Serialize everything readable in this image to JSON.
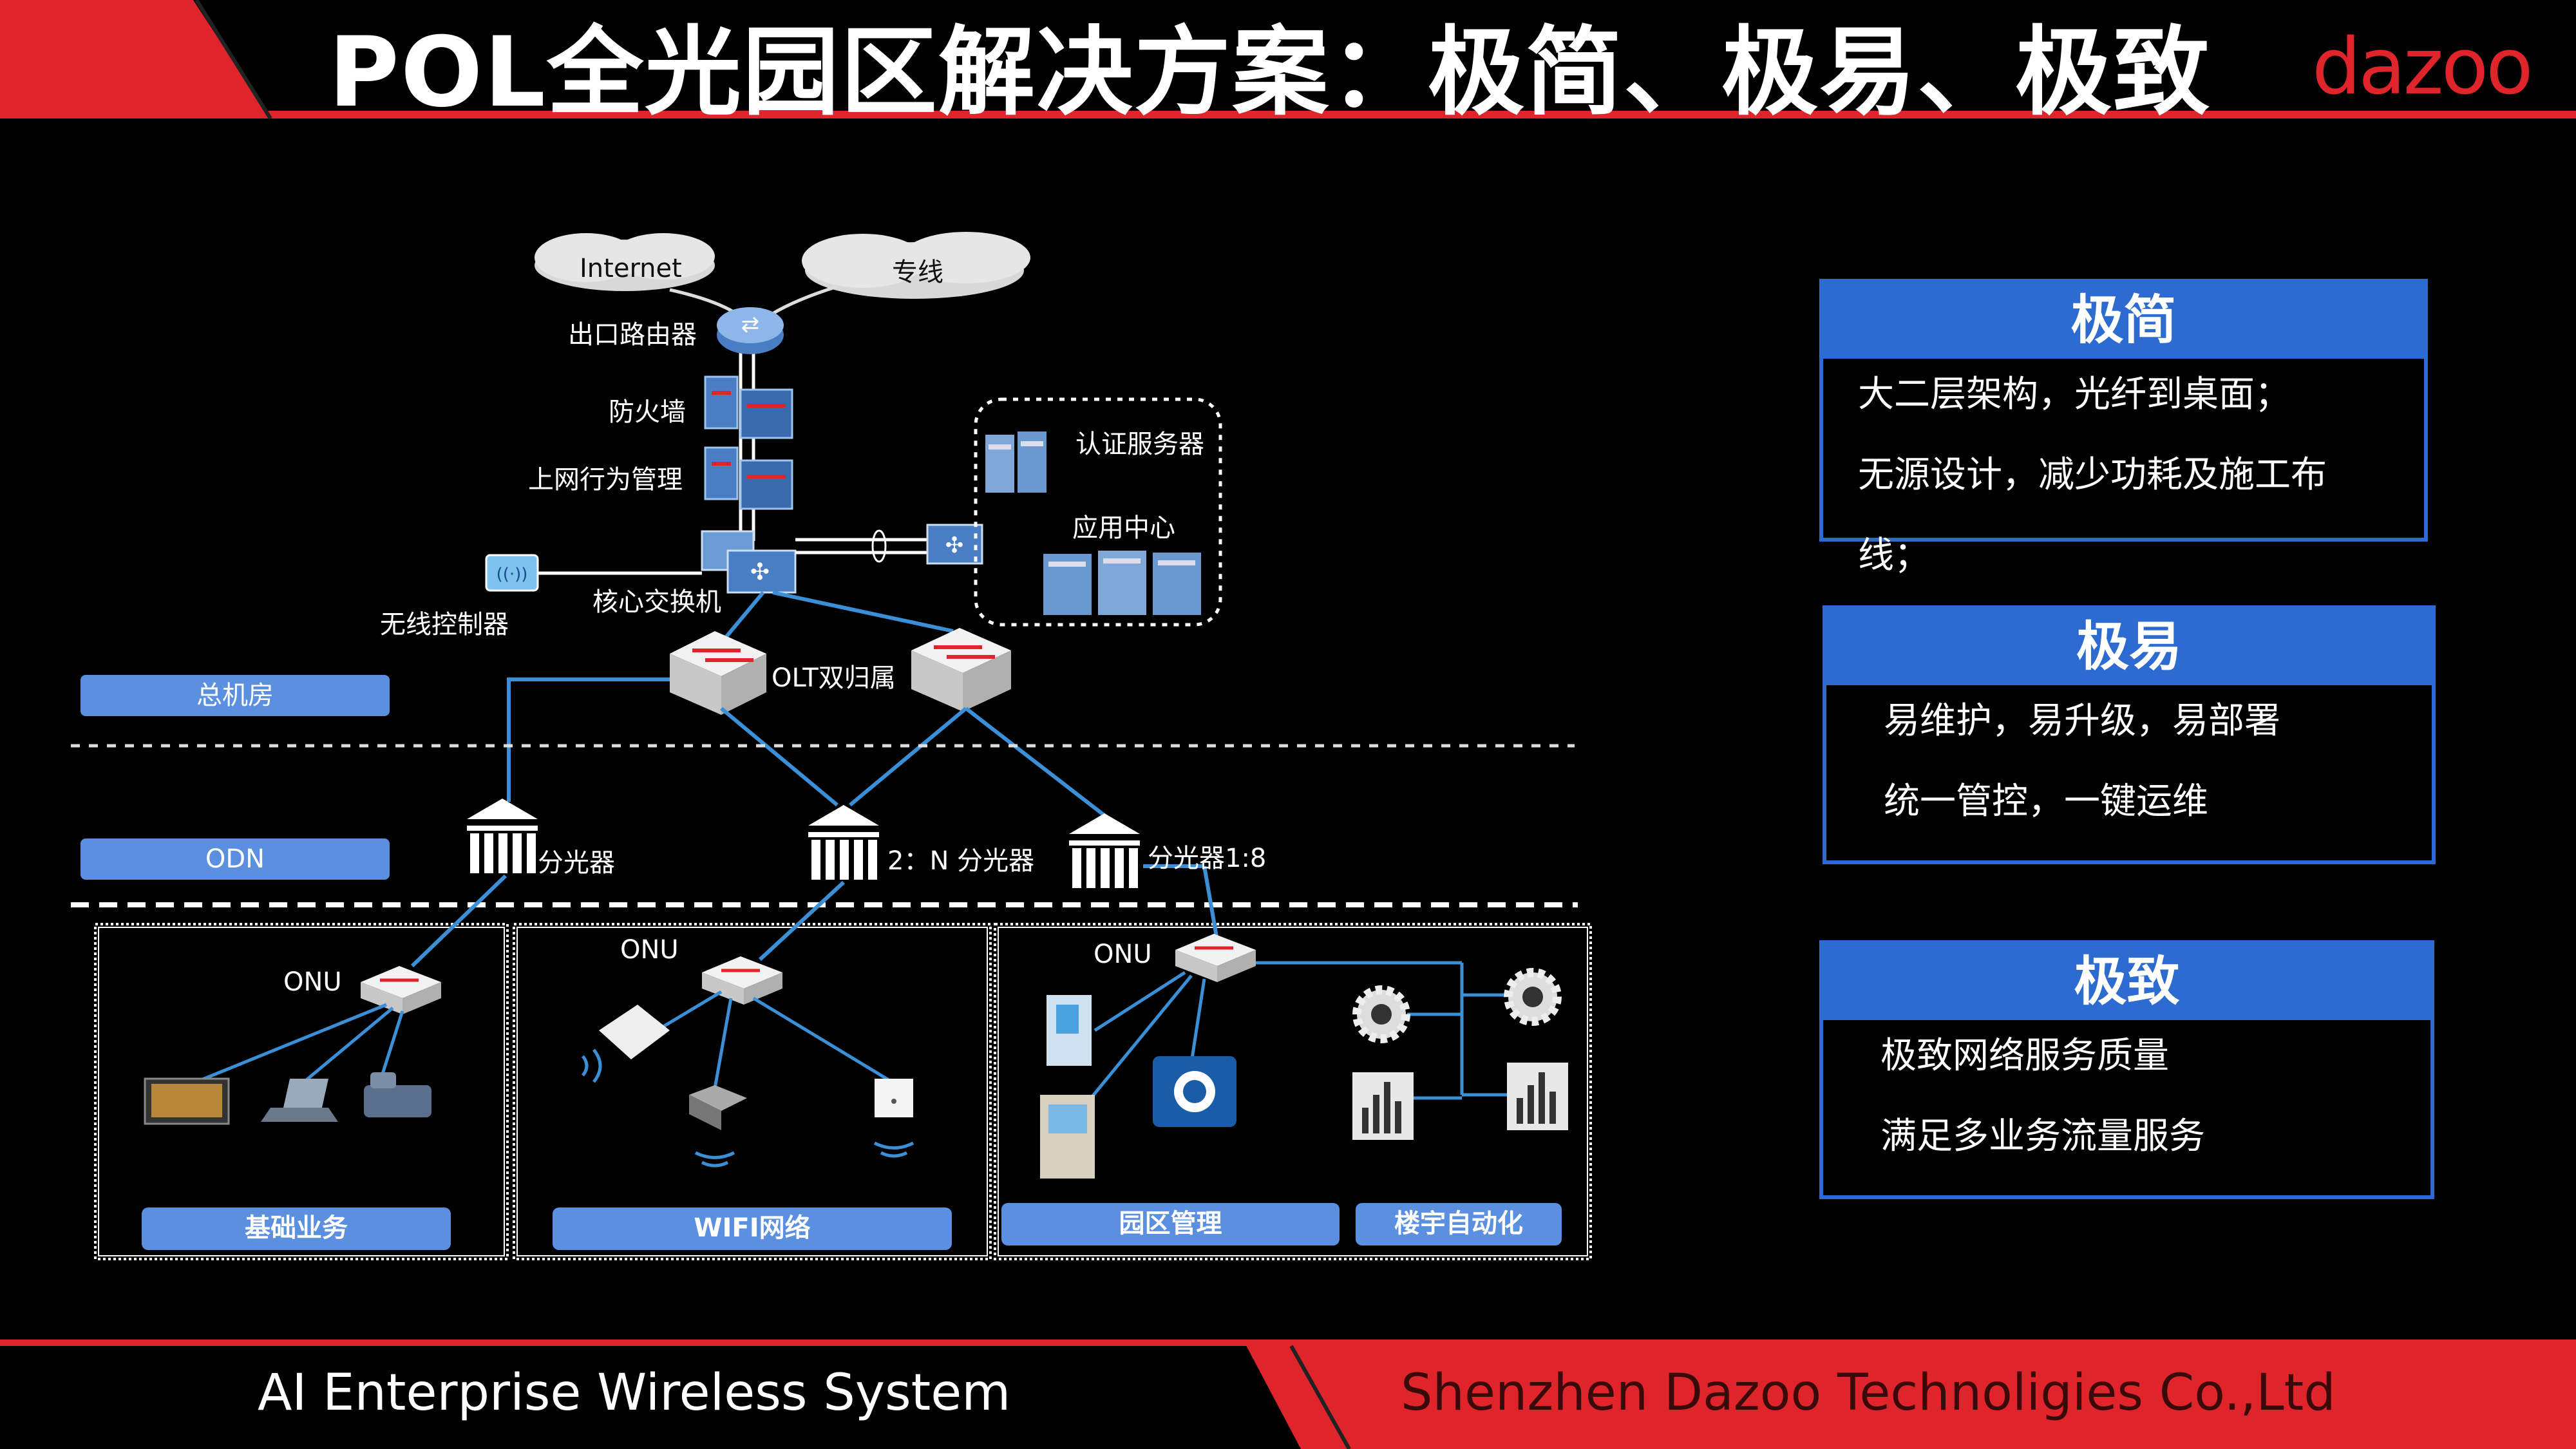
{
  "header": {
    "title": "POL全光园区解决方案：极简、极易、极致",
    "logo": "dazoo"
  },
  "footer": {
    "left": "AI Enterprise Wireless System",
    "right": "Shenzhen Dazoo Technoligies Co.,Ltd"
  },
  "diagram": {
    "clouds": {
      "internet": "Internet",
      "leased_line": "专线"
    },
    "labels": {
      "egress_router": "出口路由器",
      "firewall": "防火墙",
      "behavior_mgmt": "上网行为管理",
      "core_switch": "核心交换机",
      "wireless_controller": "无线控制器",
      "auth_server": "认证服务器",
      "app_center": "应用中心",
      "olt": "OLT双归属",
      "splitter_1": "分光器",
      "splitter_2": "2：N 分光器",
      "splitter_3": "分光器1:8",
      "onu_1": "ONU",
      "onu_2": "ONU",
      "onu_3": "ONU"
    },
    "zones": {
      "main_room": "总机房",
      "odn": "ODN"
    },
    "services": {
      "basic": "基础业务",
      "wifi": "WIFI网络",
      "campus": "园区管理",
      "building": "楼宇自动化"
    }
  },
  "panels": [
    {
      "title": "极简",
      "lines": [
        "大二层架构，光纤到桌面；",
        "无源设计，减少功耗及施工布",
        "线；"
      ]
    },
    {
      "title": "极易",
      "lines": [
        "易维护，易升级，易部署",
        "统一管控，一键运维"
      ]
    },
    {
      "title": "极致",
      "lines": [
        "极致网络服务质量",
        "满足多业务流量服务"
      ]
    }
  ],
  "colors": {
    "brand_red": "#e0242b",
    "panel_blue": "#2d6bd1",
    "pill_blue": "#5b8fe0",
    "link_blue": "#3b8fd6"
  }
}
